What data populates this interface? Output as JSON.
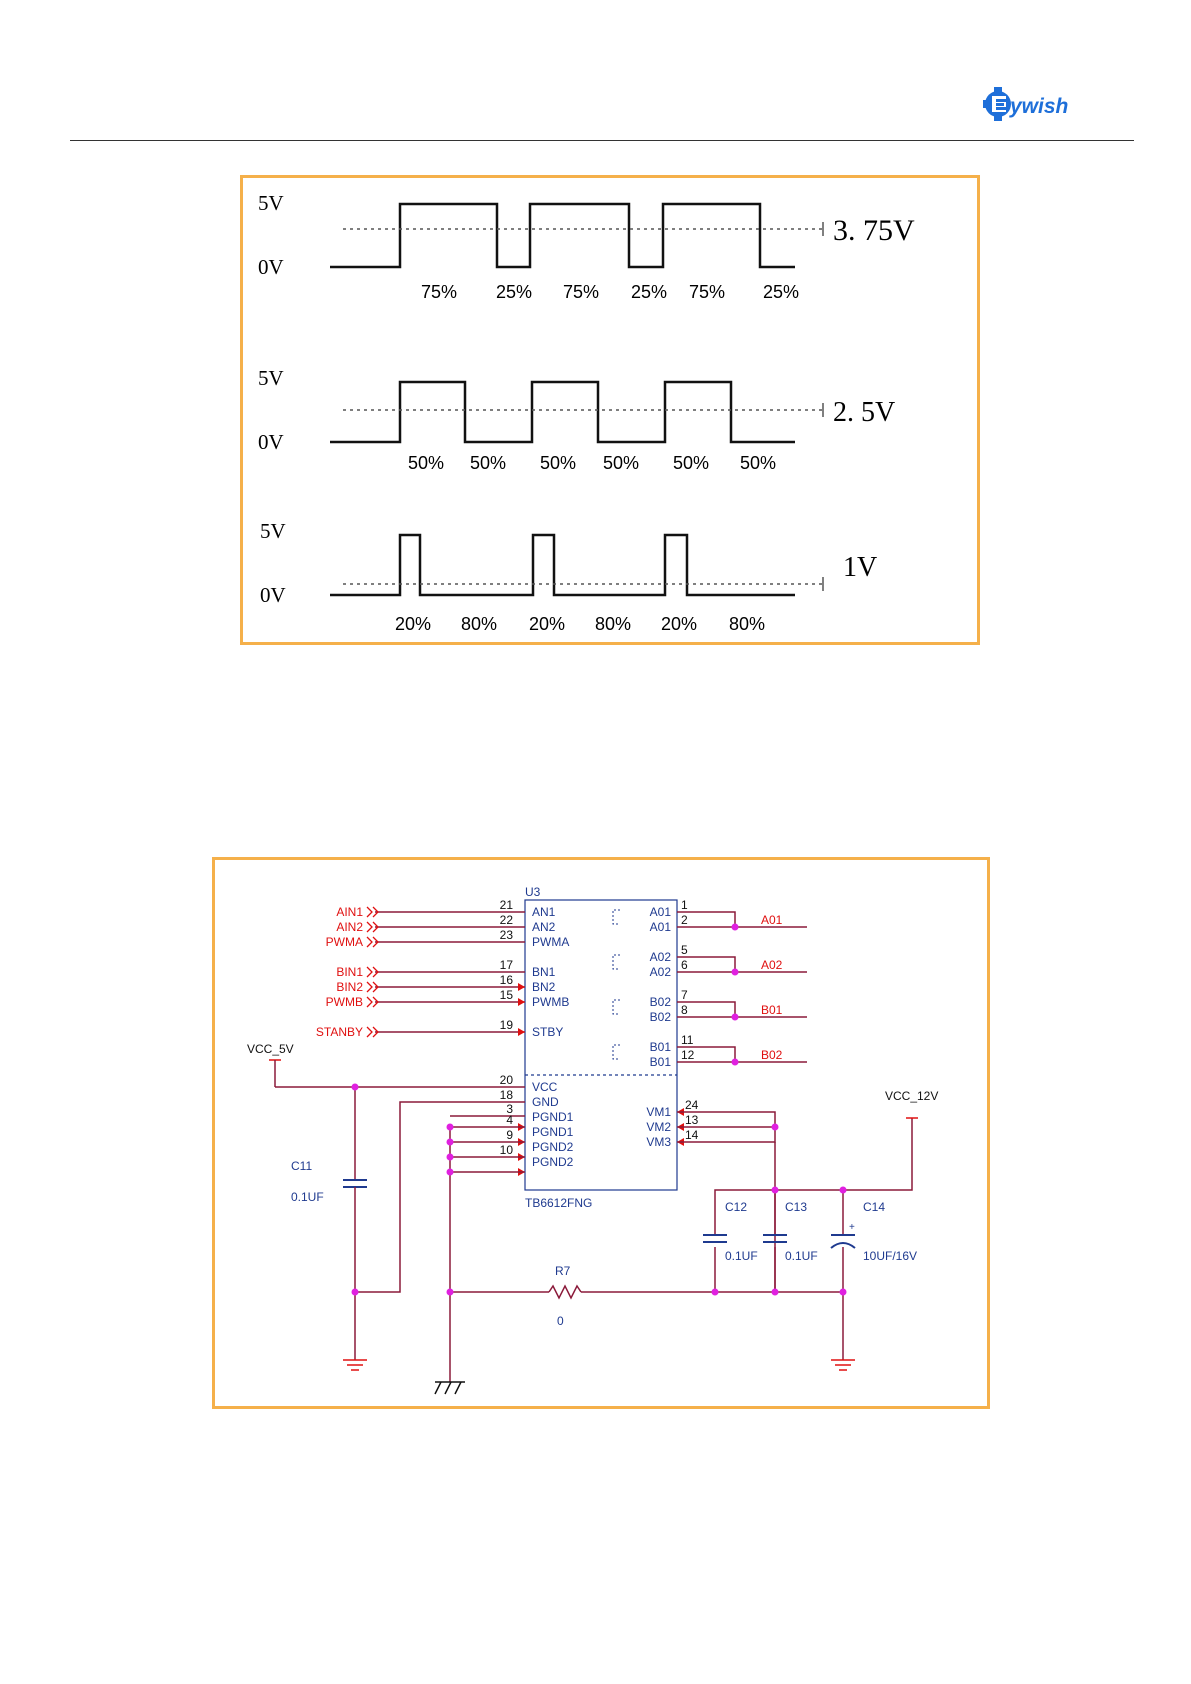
{
  "header": {
    "logo_text": "ywish",
    "brand_color": "#1e6fd9"
  },
  "pwm_figure": {
    "high_label": "5V",
    "low_label": "0V",
    "rows": [
      {
        "average": "3. 75V",
        "duties": [
          "75%",
          "25%",
          "75%",
          "25%",
          "75%",
          "25%"
        ]
      },
      {
        "average": "2. 5V",
        "duties": [
          "50%",
          "50%",
          "50%",
          "50%",
          "50%",
          "50%"
        ]
      },
      {
        "average": "1V",
        "duties": [
          "20%",
          "80%",
          "20%",
          "80%",
          "20%",
          "80%"
        ]
      }
    ],
    "frame_color": "#f5b04a"
  },
  "schematic": {
    "ref": "U3",
    "part": "TB6612FNG",
    "left_inputs": [
      {
        "net": "AIN1",
        "pin": "21",
        "name": "AN1"
      },
      {
        "net": "AIN2",
        "pin": "22",
        "name": "AN2"
      },
      {
        "net": "PWMA",
        "pin": "23",
        "name": "PWMA"
      },
      {
        "net": "BIN1",
        "pin": "17",
        "name": "BN1"
      },
      {
        "net": "BIN2",
        "pin": "16",
        "name": "BN2"
      },
      {
        "net": "PWMB",
        "pin": "15",
        "name": "PWMB"
      },
      {
        "net": "STANBY",
        "pin": "19",
        "name": "STBY"
      }
    ],
    "left_power": [
      {
        "pin": "20",
        "name": "VCC"
      },
      {
        "pin": "18",
        "name": "GND"
      },
      {
        "pin": "3",
        "name": "PGND1"
      },
      {
        "pin": "4",
        "name": "PGND1"
      },
      {
        "pin": "9",
        "name": "PGND2"
      },
      {
        "pin": "10",
        "name": "PGND2"
      }
    ],
    "right_outputs": [
      {
        "pin": "1",
        "name": "A01"
      },
      {
        "pin": "2",
        "name": "A01"
      },
      {
        "pin": "5",
        "name": "A02"
      },
      {
        "pin": "6",
        "name": "A02"
      },
      {
        "pin": "7",
        "name": "B02"
      },
      {
        "pin": "8",
        "name": "B02"
      },
      {
        "pin": "11",
        "name": "B01"
      },
      {
        "pin": "12",
        "name": "B01"
      }
    ],
    "output_nets": [
      "A01",
      "A02",
      "B01",
      "B02"
    ],
    "right_power": [
      {
        "pin": "24",
        "name": "VM1"
      },
      {
        "pin": "13",
        "name": "VM2"
      },
      {
        "pin": "14",
        "name": "VM3"
      }
    ],
    "vcc5": "VCC_5V",
    "vcc12": "VCC_12V",
    "c11": {
      "ref": "C11",
      "value": "0.1UF"
    },
    "c12": {
      "ref": "C12",
      "value": "0.1UF"
    },
    "c13": {
      "ref": "C13",
      "value": "0.1UF"
    },
    "c14": {
      "ref": "C14",
      "value": "10UF/16V"
    },
    "r7": {
      "ref": "R7",
      "value": "0"
    },
    "colors": {
      "wire": "#8b1a3a",
      "net": "#e01010",
      "pin": "#1f3a8f",
      "junction": "#e020e0",
      "frame": "#f5b04a"
    }
  }
}
